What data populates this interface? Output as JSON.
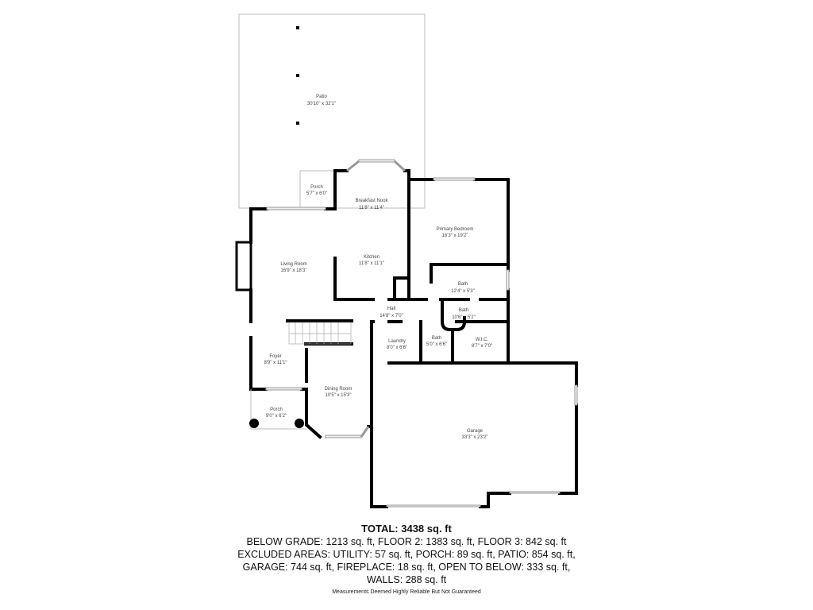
{
  "rooms": {
    "patio": {
      "name": "Patio",
      "dims": "30'10\" x 32'1\""
    },
    "porch_back": {
      "name": "Porch",
      "dims": "5'7\" x 6'0\""
    },
    "breakfast_nook": {
      "name": "Breakfast Nook",
      "dims": "11'8\" x 11'4\""
    },
    "primary_bedroom": {
      "name": "Primary Bedroom",
      "dims": "16'3\" x 19'2\""
    },
    "living_room": {
      "name": "Living Room",
      "dims": "16'9\" x 18'3\""
    },
    "kitchen": {
      "name": "Kitchen",
      "dims": "11'8\" x 11'1\""
    },
    "bath1": {
      "name": "Bath",
      "dims": "12'4\" x 5'3\""
    },
    "hall": {
      "name": "Hall",
      "dims": "14'8\" x 7'0\""
    },
    "bath2": {
      "name": "Bath",
      "dims": "10'6\" x 5'2\""
    },
    "laundry": {
      "name": "Laundry",
      "dims": "8'0\" x 6'6\""
    },
    "bath3": {
      "name": "Bath",
      "dims": "5'0\" x 6'6\""
    },
    "wic": {
      "name": "W.I.C.",
      "dims": "8'7\" x 7'0\""
    },
    "foyer": {
      "name": "Foyer",
      "dims": "8'9\" x 11'1\""
    },
    "dining_room": {
      "name": "Dining Room",
      "dims": "10'5\" x 15'3\""
    },
    "porch_front": {
      "name": "Porch",
      "dims": "9'0\" x 6'2\""
    },
    "garage": {
      "name": "Garage",
      "dims": "33'3\" x 23'2\""
    }
  },
  "summary": {
    "total": "TOTAL: 3438 sq. ft",
    "lines": [
      "BELOW GRADE: 1213 sq. ft, FLOOR 2: 1383 sq. ft, FLOOR 3: 842 sq. ft",
      "EXCLUDED AREAS: UTILITY: 57 sq. ft, PORCH: 89 sq. ft, PATIO: 854 sq. ft,",
      "GARAGE: 744 sq. ft, FIREPLACE: 18 sq. ft, OPEN TO BELOW: 333 sq. ft,",
      "WALLS: 288 sq. ft"
    ],
    "disclaimer": "Measurements Deemed Highly Reliable But Not Guaranteed"
  }
}
